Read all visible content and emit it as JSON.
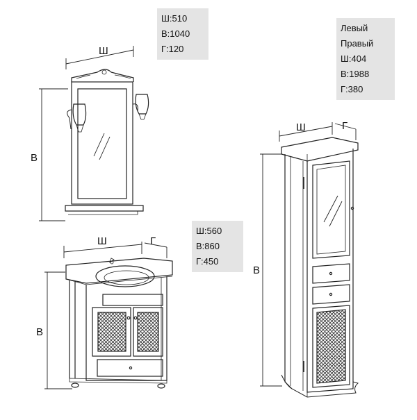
{
  "mirror": {
    "dim_w": "Ш",
    "dim_h": "В",
    "specs": [
      "Ш:510",
      "В:1040",
      "Г:120"
    ]
  },
  "vanity": {
    "dim_w": "Ш",
    "dim_h": "В",
    "dim_d": "Г",
    "specs": [
      "Ш:560",
      "В:860",
      "Г:450"
    ]
  },
  "cabinet": {
    "dim_w": "Ш",
    "dim_h": "В",
    "dim_d": "Г",
    "specs": [
      "Левый",
      "Правый",
      "Ш:404",
      "В:1988",
      "Г:380"
    ]
  },
  "colors": {
    "line": "#222222",
    "spec_bg": "#e4e4e4"
  }
}
